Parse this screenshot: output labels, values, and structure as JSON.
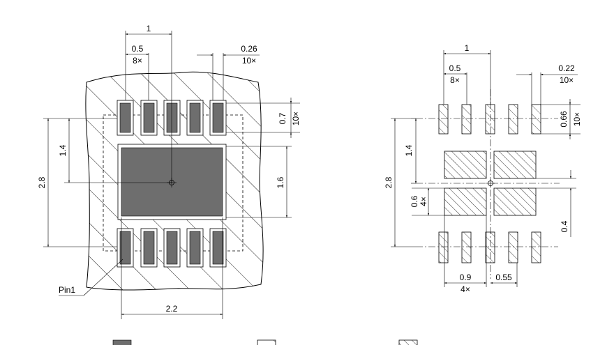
{
  "left_view": {
    "pitch_dim": "1",
    "pad_width_dim": "0.5",
    "pad_width_count": "8×",
    "opening_dim": "0.26",
    "opening_count": "10×",
    "pad_height_dim": "0.7",
    "pad_height_count": "10×",
    "center_offset_dim": "1.4",
    "overall_height_dim": "2.8",
    "thermal_pad_height_dim": "1.6",
    "thermal_pad_width_dim": "2.2",
    "pin1_label": "Pin1"
  },
  "right_view": {
    "pitch_dim": "1",
    "pad_width_dim": "0.5",
    "pad_width_count": "8×",
    "opening_dim": "0.22",
    "opening_count": "10×",
    "pad_height_dim": "0.66",
    "pad_height_count": "10×",
    "center_offset_dim": "1.4",
    "overall_height_dim": "2.8",
    "window_height_dim": "0.6",
    "window_height_count": "4×",
    "window_gap_dim": "0.4",
    "window_width_dim": "0.9",
    "window_width_count": "4×",
    "window_spacing_dim": "0.55"
  },
  "colors": {
    "copper": "#6e6e6e",
    "line": "#000000"
  }
}
